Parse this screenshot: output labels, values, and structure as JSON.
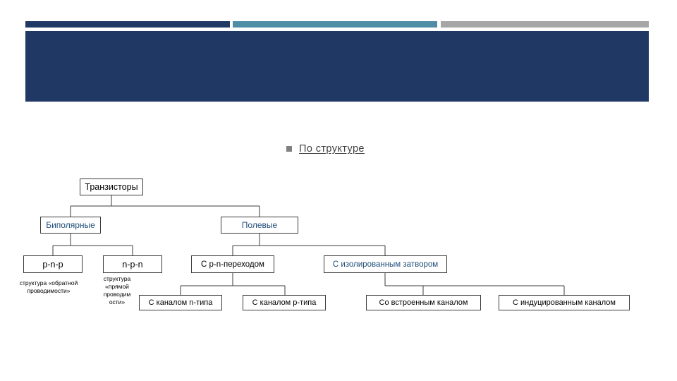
{
  "slide": {
    "heading": {
      "bullet_icon": "square-bullet-icon",
      "text": "По структуре"
    },
    "bars": {
      "dark_color": "#1f3864",
      "teal_color": "#4f8da6",
      "gray_color": "#a6a6a6"
    },
    "title_band_color": "#1f3864"
  },
  "diagram": {
    "type": "tree",
    "title": "Транзисторы",
    "nodes": [
      {
        "id": "root",
        "label": "Транзисторы",
        "level": 0
      },
      {
        "id": "bipolar",
        "label": "Биполярные",
        "level": 1,
        "color": "#1f4e79"
      },
      {
        "id": "field",
        "label": "Полевые",
        "level": 1,
        "color": "#1f4e79"
      },
      {
        "id": "pnp",
        "label": "p-n-p",
        "level": 2
      },
      {
        "id": "npn",
        "label": "n-p-n",
        "level": 2
      },
      {
        "id": "jfet",
        "label": "С p-n-переходом",
        "level": 2
      },
      {
        "id": "mosfet",
        "label": "С изолированным затвором",
        "level": 2,
        "color": "#1f4e79"
      },
      {
        "id": "n-channel",
        "label": "С каналом n-типа",
        "level": 3
      },
      {
        "id": "p-channel",
        "label": "С каналом p-типа",
        "level": 3
      },
      {
        "id": "built-in",
        "label": "Со встроенным каналом",
        "level": 3
      },
      {
        "id": "induced",
        "label": "С индуцированным каналом",
        "level": 3
      }
    ],
    "annotations": [
      {
        "id": "ann-pnp",
        "label": "структура «обратной проводимости»"
      },
      {
        "id": "ann-npn",
        "label": "структура «прямой проводим ости»"
      }
    ],
    "edges": [
      [
        "root",
        "bipolar"
      ],
      [
        "root",
        "field"
      ],
      [
        "bipolar",
        "pnp"
      ],
      [
        "bipolar",
        "npn"
      ],
      [
        "field",
        "jfet"
      ],
      [
        "field",
        "mosfet"
      ],
      [
        "jfet",
        "n-channel"
      ],
      [
        "jfet",
        "p-channel"
      ],
      [
        "mosfet",
        "built-in"
      ],
      [
        "mosfet",
        "induced"
      ]
    ]
  }
}
